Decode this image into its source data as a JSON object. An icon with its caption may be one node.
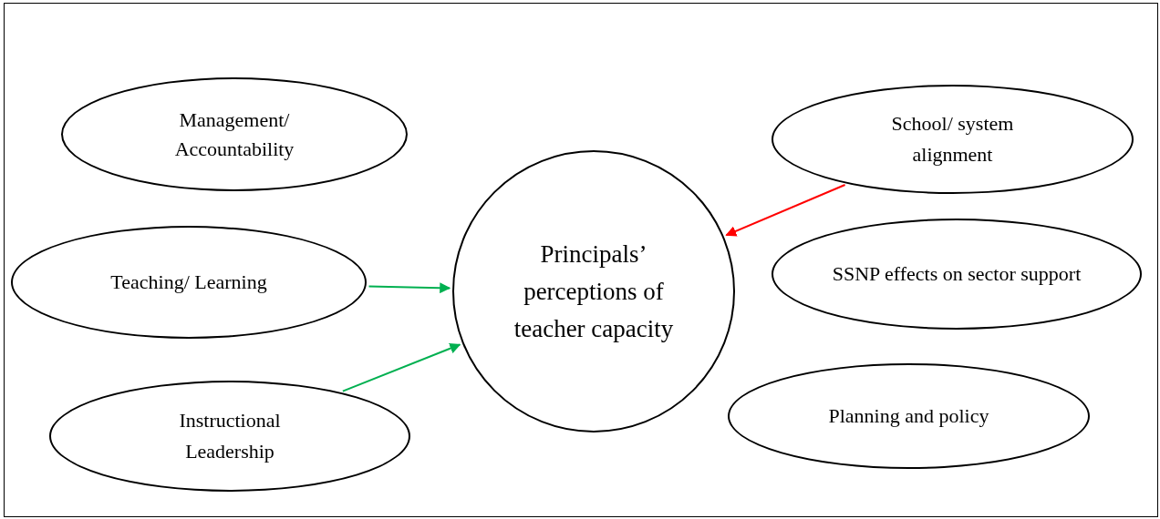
{
  "diagram": {
    "nodes": [
      {
        "text": [
          "Principals’ perceptions of teacher capacity"
        ]
      },
      {
        "text": [
          "Management/ Accountability"
        ]
      },
      {
        "text": [
          "Teaching/ Learning"
        ]
      },
      {
        "text": [
          "Instructional Leadership"
        ]
      },
      {
        "text": [
          "School/ system alignment"
        ]
      },
      {
        "text": [
          "SSNP effects on sector support"
        ]
      },
      {
        "text": [
          "Planning and policy"
        ]
      }
    ],
    "edges": [
      {
        "from": 2,
        "to": 0,
        "arrow": "to",
        "color": "#00b050"
      },
      {
        "from": 3,
        "to": 0,
        "arrow": "to",
        "color": "#00b050"
      },
      {
        "from": 4,
        "to": 0,
        "arrow": "to",
        "color": "#ff0000"
      }
    ]
  }
}
